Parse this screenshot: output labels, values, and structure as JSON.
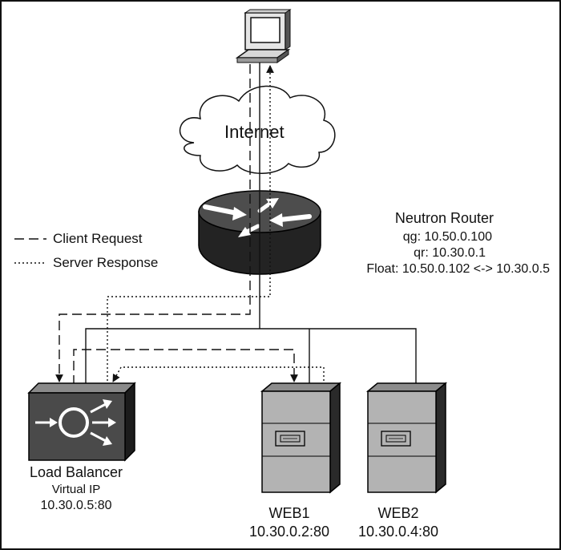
{
  "cloud": {
    "label": "Internet"
  },
  "router": {
    "title": "Neutron Router",
    "qg": "qg: 10.50.0.100",
    "qr": "qr: 10.30.0.1",
    "float": "Float: 10.50.0.102 <-> 10.30.0.5"
  },
  "legend": {
    "client_request": "Client Request",
    "server_response": "Server Response"
  },
  "load_balancer": {
    "title": "Load Balancer",
    "vip_label": "Virtual IP",
    "vip": "10.30.0.5:80"
  },
  "web1": {
    "name": "WEB1",
    "addr": "10.30.0.2:80"
  },
  "web2": {
    "name": "WEB2",
    "addr": "10.30.0.4:80"
  },
  "icons": [
    "computer-icon",
    "internet-cloud-icon",
    "router-icon",
    "load-balancer-icon",
    "server-icon"
  ]
}
